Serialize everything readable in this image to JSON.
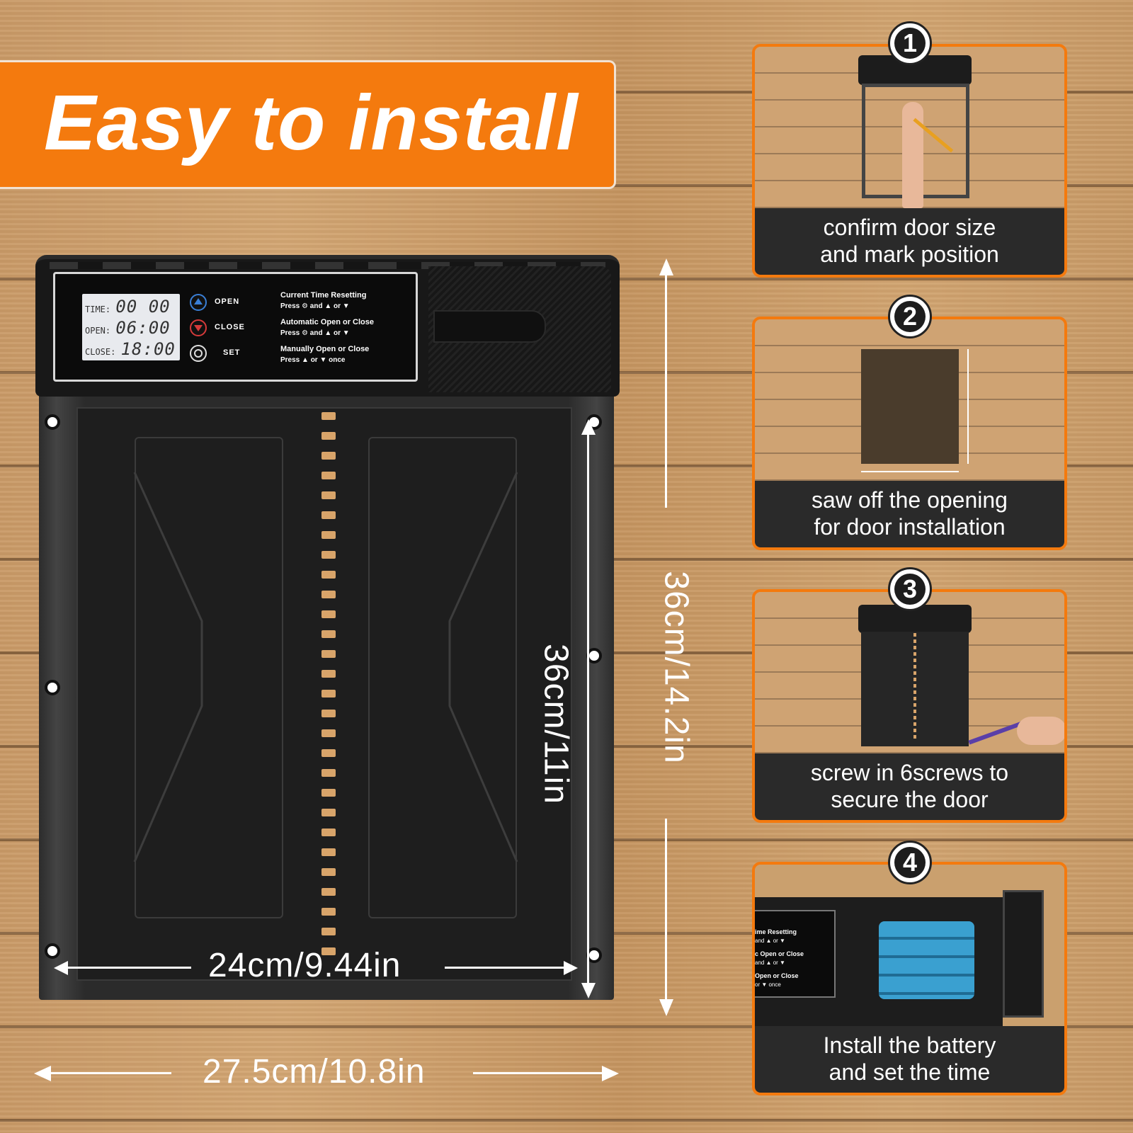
{
  "banner": {
    "title": "Easy to install"
  },
  "device": {
    "lcd": [
      {
        "label": "TIME:",
        "value": "00 00"
      },
      {
        "label": "OPEN:",
        "value": "06:00"
      },
      {
        "label": "CLOSE:",
        "value": "18:00"
      }
    ],
    "buttons": [
      {
        "label": "OPEN",
        "icon": "up-arrow-icon"
      },
      {
        "label": "CLOSE",
        "icon": "down-arrow-icon"
      },
      {
        "label": "SET",
        "icon": "gear-icon"
      }
    ],
    "instructions": [
      {
        "title": "Current Time Resetting",
        "detail": "Press ⚙ and ▲ or ▼"
      },
      {
        "title": "Automatic Open or Close",
        "detail": "Press ⚙ and ▲ or ▼"
      },
      {
        "title": "Manually Open or Close",
        "detail": "Press ▲ or ▼ once"
      }
    ]
  },
  "dimensions": {
    "inner_width": "24cm/9.44in",
    "inner_height": "36cm/11in",
    "outer_height": "36cm/14.2in",
    "outer_width": "27.5cm/10.8in"
  },
  "steps": [
    {
      "number": "1",
      "caption_line1": "confirm door size",
      "caption_line2": "and mark position"
    },
    {
      "number": "2",
      "caption_line1": "saw off the opening",
      "caption_line2": "for door installation"
    },
    {
      "number": "3",
      "caption_line1": "screw in 6screws to",
      "caption_line2": "secure the door"
    },
    {
      "number": "4",
      "caption_line1": "Install the battery",
      "caption_line2": "and set the time"
    }
  ],
  "step4_panel": [
    {
      "title": "ime Resetting",
      "detail": "and ▲ or ▼"
    },
    {
      "title": "c Open or Close",
      "detail": "and ▲ or ▼"
    },
    {
      "title": "Open or Close",
      "detail": "or ▼ once"
    }
  ],
  "colors": {
    "accent": "#f47a0e",
    "caption_bg": "#2a2a2a",
    "battery": "#3aa0d0"
  }
}
